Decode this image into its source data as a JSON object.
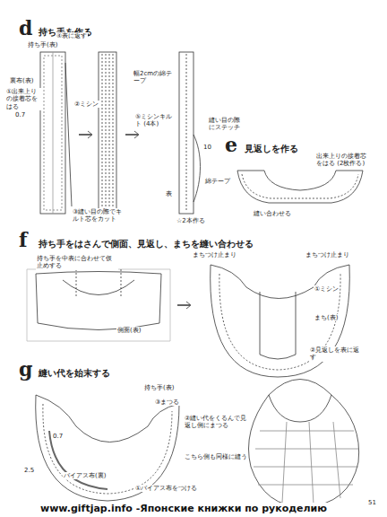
{
  "diagram": {
    "labels": [
      "d",
      "持ち手を作る",
      "持ち手(表)",
      "④表に返す",
      "裏布(表)",
      "①出来上りの接着芯をはる",
      "0.7",
      "②ミシン",
      "幅2cmの綿テープ",
      "⑤ミシンキルト (4本)",
      "縫い目の際にステッチ",
      "綿テープ",
      "10",
      "表",
      "☆2本作る",
      "③縫い目の際でキルト芯をカット",
      "e",
      "見返しを作る",
      "出来上りの接着芯をはる (2枚作る)",
      "縫い合わせる",
      "f",
      "持ち手をはさんで側面、見返し、まちを縫い合わせる",
      "持ち手を中表に合わせて仮止めする",
      "側面(表)",
      "まちつけ止まり",
      "まちつけ止まり",
      "①ミシン",
      "まち(表)",
      "②見返しを表に返す",
      "g",
      "縫い代を始末する",
      "持ち手(表)",
      "③まつる",
      "②縫い代をくるんで見返し側にまつる",
      "こちら側も同様に縫う",
      "①バイアス布をつける",
      "0.7",
      "2.5",
      "バイアス布(裏)",
      "51",
      "www.giftjap.info -Японские книжки по рукоделию"
    ]
  }
}
